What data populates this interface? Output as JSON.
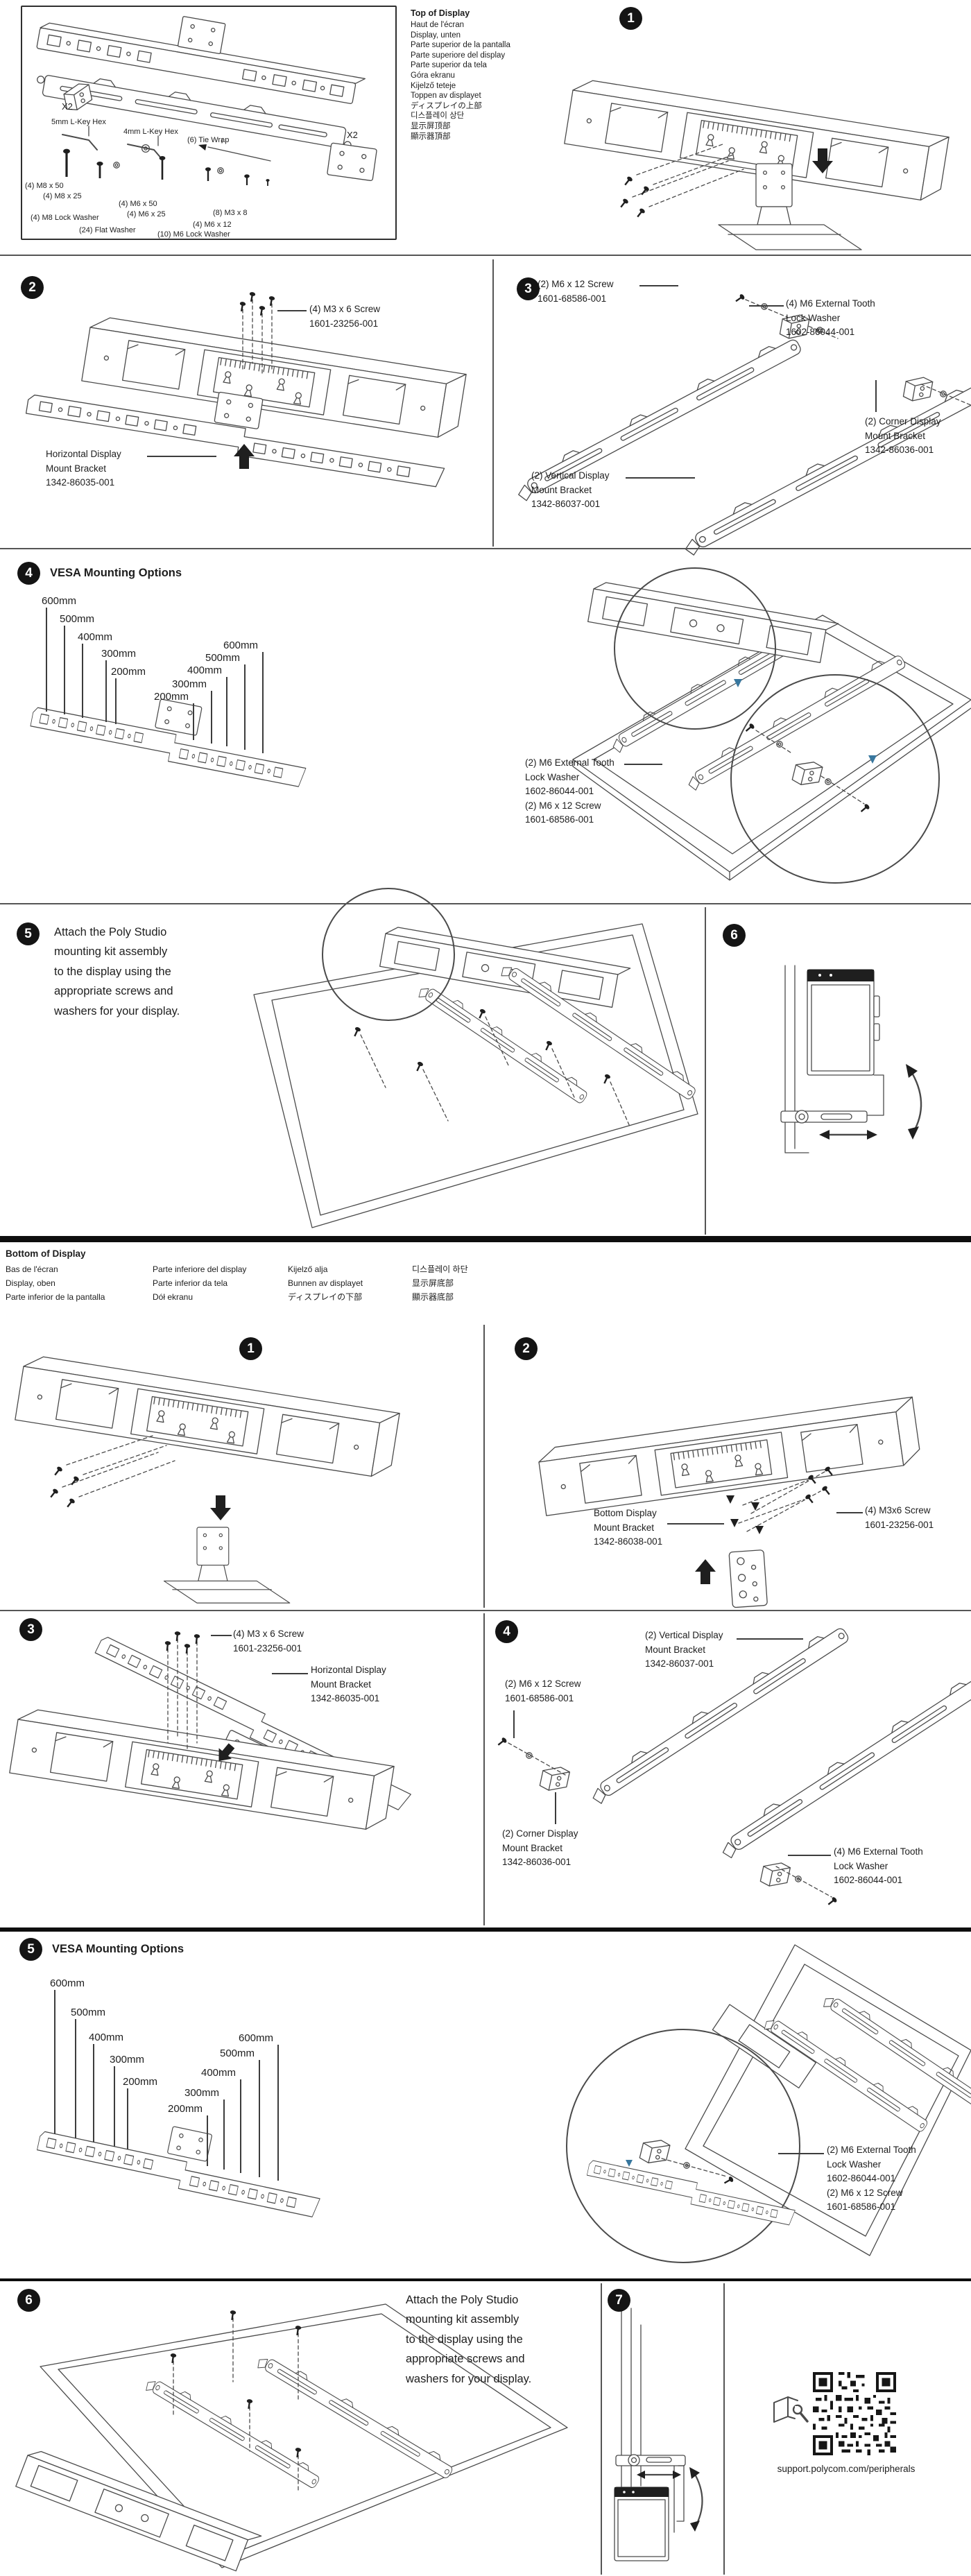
{
  "parts_box": {
    "x2_left": "X2",
    "x2_right": "X2",
    "hex5": "5mm L-Key Hex",
    "hex4": "4mm L-Key Hex",
    "tie_wrap": "(6) Tie Wrap",
    "m8x50": "(4) M8 x 50",
    "m8x25": "(4) M8 x 25",
    "m8_lock_washer": "(4) M8 Lock Washer",
    "flat_washer": "(24) Flat Washer",
    "m6x50": "(4) M6 x 50",
    "m6x25": "(4) M6 x 25",
    "m6_lock_washer": "(10) M6 Lock Washer",
    "m6x12": "(4) M6 x 12",
    "m3x8": "(8) M3 x 8"
  },
  "top_header": {
    "title": "Top of Display",
    "lines": [
      "Haut de l'écran",
      "Display, unten",
      "Parte superior de la pantalla",
      "Parte superiore del display",
      "Parte superior da tela",
      "Góra ekranu",
      "Kijelző teteje",
      "Toppen av displayet",
      "ディスプレイの上部",
      "디스플레이 상단",
      "显示屏顶部",
      "顯示器頂部"
    ]
  },
  "top_steps": {
    "s1": {
      "num": "1"
    },
    "s2": {
      "num": "2",
      "screw": "(4) M3 x 6 Screw\n1601-23256-001",
      "bracket": "Horizontal Display\nMount Bracket\n1342-86035-001"
    },
    "s3": {
      "num": "3",
      "screw": "(2) M6 x 12 Screw\n1601-68586-001",
      "washer": "(4) M6 External Tooth\nLock Washer\n1602-86044-001",
      "corner": "(2) Corner Display\nMount Bracket\n1342-86036-001",
      "vertical": "(2) Vertical Display\nMount Bracket\n1342-86037-001"
    },
    "s4": {
      "num": "4",
      "title": "VESA Mounting Options",
      "mm_left": [
        "600mm",
        "500mm",
        "400mm",
        "300mm",
        "200mm"
      ],
      "mm_right": [
        "600mm",
        "500mm",
        "400mm",
        "300mm",
        "200mm"
      ],
      "callout": "(2) M6 External Tooth\nLock Washer\n1602-86044-001\n(2) M6 x 12 Screw\n1601-68586-001"
    },
    "s5": {
      "num": "5",
      "note": "Attach the Poly Studio\nmounting kit assembly\nto the display using the\nappropriate screws and\nwashers for your display."
    },
    "s6": {
      "num": "6"
    }
  },
  "bottom_header": {
    "title": "Bottom of Display",
    "col1": "Bas de l'écran\nDisplay, oben\nParte inferior de la pantalla",
    "col2": "Parte inferiore del display\nParte inferior da tela\nDół ekranu",
    "col3": "Kijelző alja\nBunnen av displayet\nディスプレイの下部",
    "col4": "디스플레이 하단\n显示屏底部\n顯示器底部"
  },
  "bottom_steps": {
    "s1": {
      "num": "1"
    },
    "s2": {
      "num": "2",
      "bracket": "Bottom Display\nMount Bracket\n1342-86038-001",
      "screw": "(4) M3x6 Screw\n1601-23256-001"
    },
    "s3": {
      "num": "3",
      "screw": "(4) M3 x 6 Screw\n1601-23256-001",
      "bracket": "Horizontal Display\nMount Bracket\n1342-86035-001"
    },
    "s4": {
      "num": "4",
      "vertical": "(2) Vertical Display\nMount Bracket\n1342-86037-001",
      "screw": "(2) M6 x 12 Screw\n1601-68586-001",
      "corner": "(2) Corner Display\nMount Bracket\n1342-86036-001",
      "washer": "(4) M6 External Tooth\nLock Washer\n1602-86044-001"
    },
    "s5": {
      "num": "5",
      "title": "VESA Mounting Options",
      "mm_left": [
        "600mm",
        "500mm",
        "400mm",
        "300mm",
        "200mm"
      ],
      "mm_right": [
        "600mm",
        "500mm",
        "400mm",
        "300mm",
        "200mm"
      ],
      "callout": "(2) M6 External Tooth\nLock Washer\n1602-86044-001\n(2) M6 x 12 Screw\n1601-68586-001"
    },
    "s6": {
      "num": "6",
      "note": "Attach the Poly Studio\nmounting kit assembly\nto the display using the\nappropriate screws and\nwashers for your display."
    },
    "s7": {
      "num": "7"
    }
  },
  "support": {
    "url": "support.polycom.com/peripherals"
  }
}
